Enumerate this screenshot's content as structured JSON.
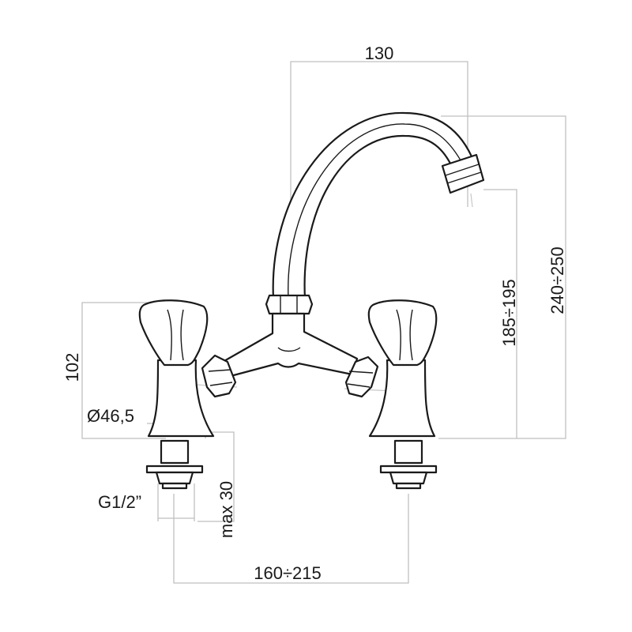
{
  "dimensions": {
    "spout_reach": "130",
    "total_height": "240÷250",
    "spout_height": "185÷195",
    "tap_height": "102",
    "base_diameter": "Ø46,5",
    "thread": "G1/2”",
    "max_thickness": "max 30",
    "center_distance": "160÷215"
  },
  "colors": {
    "outline": "#1a1a1a",
    "dimension_lines": "#bfbfbf",
    "background": "#ffffff"
  }
}
